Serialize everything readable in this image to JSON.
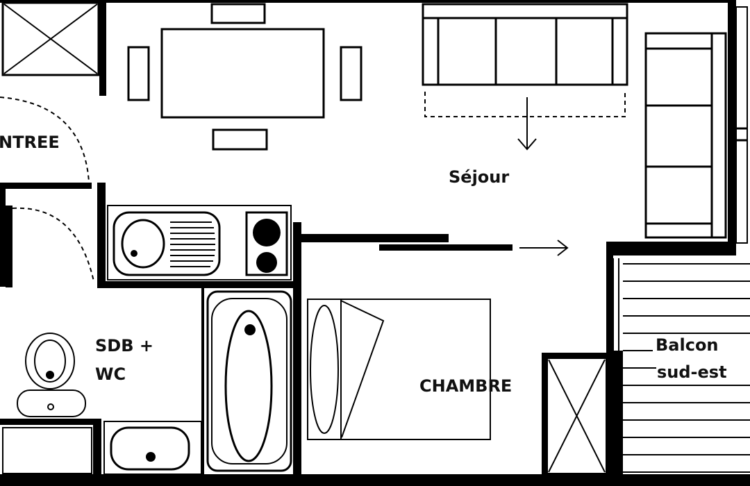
{
  "plan": {
    "labels": {
      "entree": "NTREE",
      "sejour": "Séjour",
      "sdb_wc_line1": "SDB +",
      "sdb_wc_line2": "WC",
      "chambre": "CHAMBRE",
      "balcon_line1": "Balcon",
      "balcon_line2": "sud-est"
    },
    "colors": {
      "line": "#000000",
      "background": "#ffffff"
    }
  }
}
